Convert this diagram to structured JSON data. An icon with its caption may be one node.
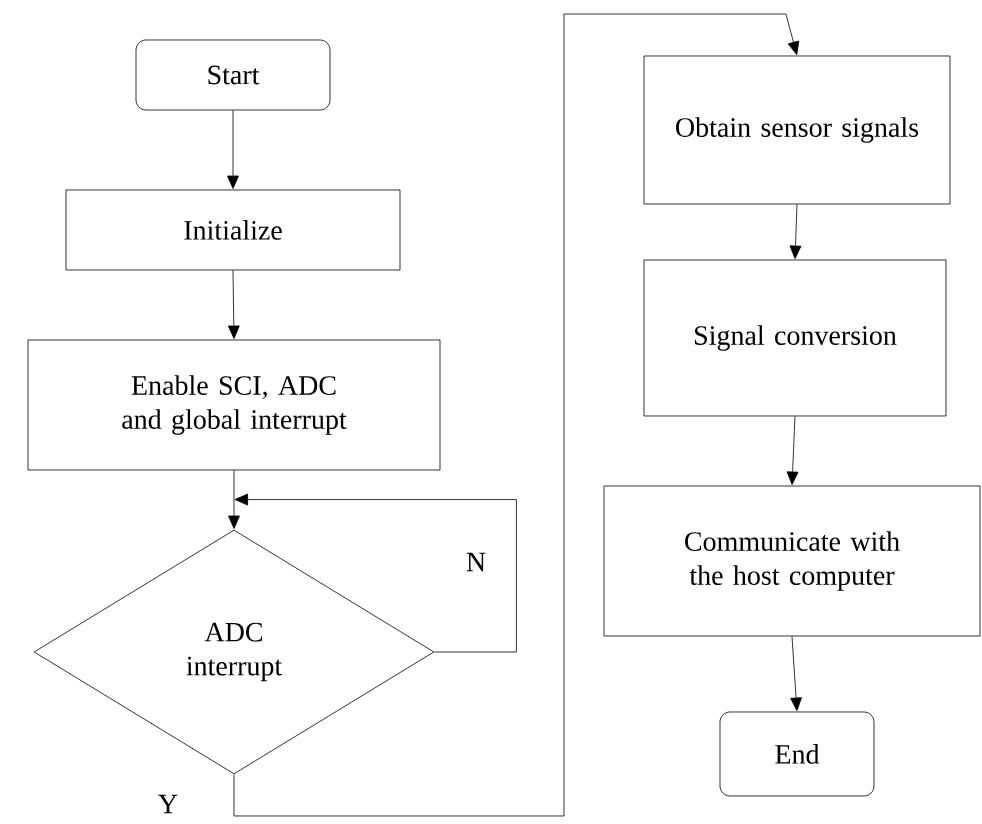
{
  "diagram": {
    "nodes": [
      {
        "text": [
          "Start"
        ]
      },
      {
        "text": [
          "Initialize"
        ]
      },
      {
        "text": [
          "Enable SCI, ADC and global interrupt"
        ]
      },
      {
        "text": [
          "ADC interrupt"
        ]
      },
      {
        "text": [
          "Obtain sensor signals"
        ]
      },
      {
        "text": [
          "Signal conversion"
        ]
      },
      {
        "text": [
          "Communicate with the host computer"
        ]
      },
      {
        "text": [
          "End"
        ]
      }
    ],
    "edges": [
      {
        "from": 0,
        "to": 1,
        "arrow": "to"
      },
      {
        "from": 1,
        "to": 2,
        "arrow": "to"
      },
      {
        "from": 2,
        "to": 3,
        "arrow": "to"
      },
      {
        "from": 3,
        "to": 3,
        "arrow": "to",
        "label": "N"
      },
      {
        "from": 3,
        "to": 4,
        "arrow": "to",
        "label": "Y"
      },
      {
        "from": 4,
        "to": 5,
        "arrow": "to"
      },
      {
        "from": 5,
        "to": 6,
        "arrow": "to"
      },
      {
        "from": 6,
        "to": 7,
        "arrow": "to"
      }
    ]
  }
}
